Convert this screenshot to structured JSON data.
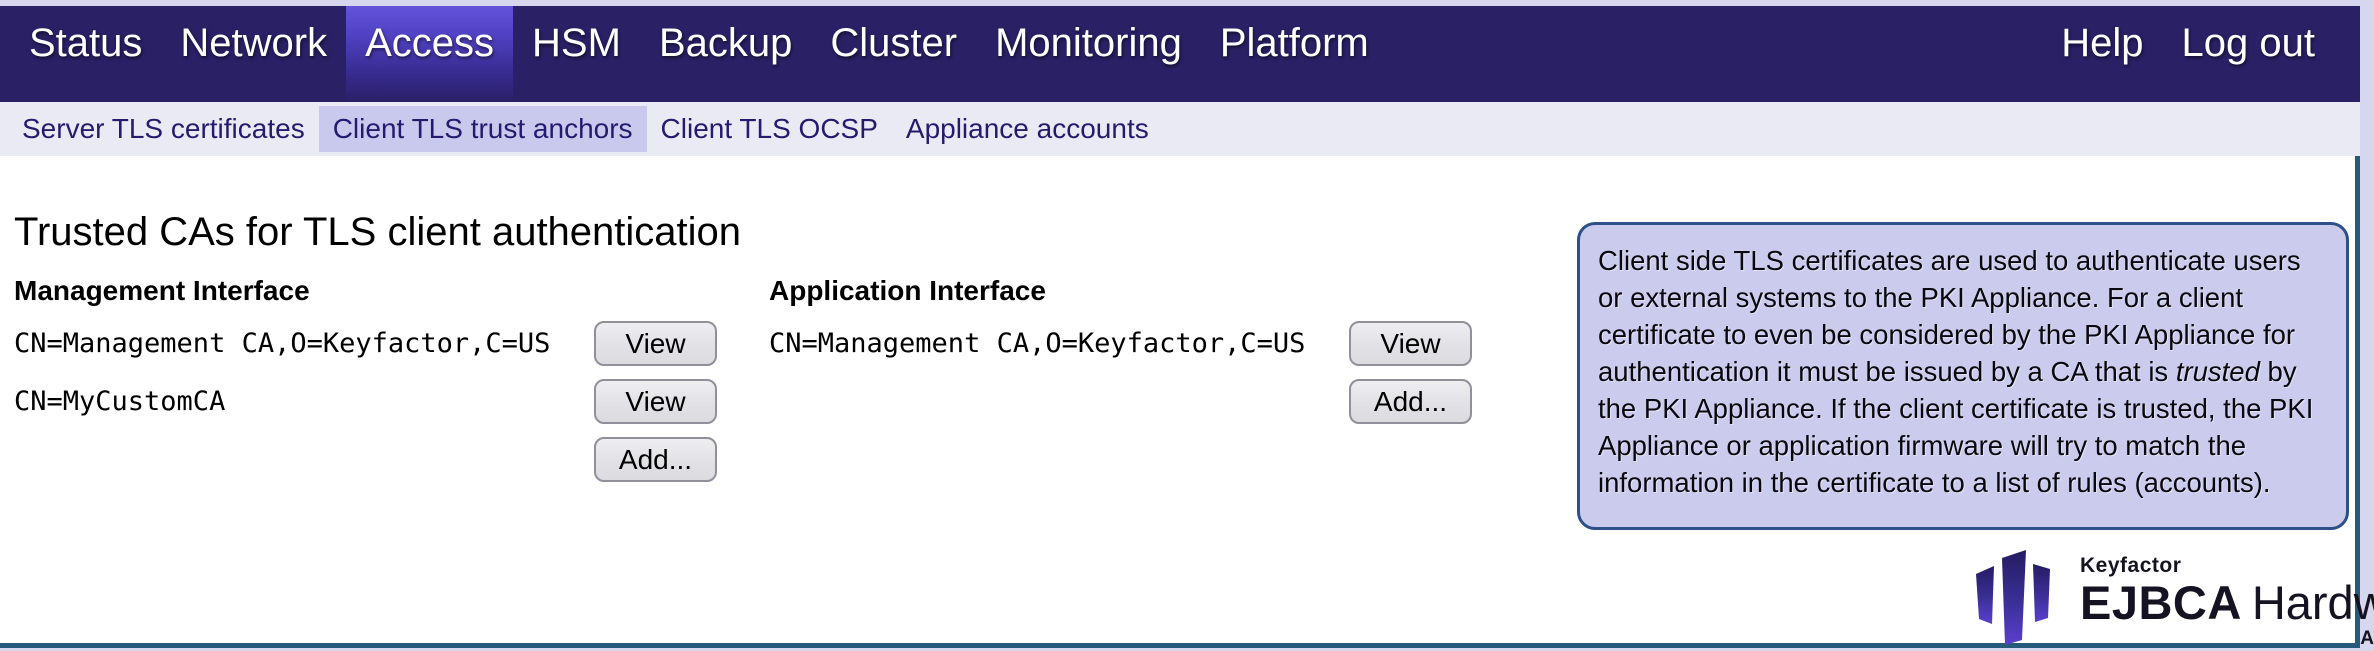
{
  "nav": {
    "items": [
      {
        "label": "Status",
        "active": false
      },
      {
        "label": "Network",
        "active": false
      },
      {
        "label": "Access",
        "active": true
      },
      {
        "label": "HSM",
        "active": false
      },
      {
        "label": "Backup",
        "active": false
      },
      {
        "label": "Cluster",
        "active": false
      },
      {
        "label": "Monitoring",
        "active": false
      },
      {
        "label": "Platform",
        "active": false
      }
    ],
    "right_items": [
      {
        "label": "Help"
      },
      {
        "label": "Log out"
      }
    ]
  },
  "subnav": {
    "items": [
      {
        "label": "Server TLS certificates",
        "active": false
      },
      {
        "label": "Client TLS trust anchors",
        "active": true
      },
      {
        "label": "Client TLS OCSP",
        "active": false
      },
      {
        "label": "Appliance accounts",
        "active": false
      }
    ]
  },
  "page": {
    "title": "Trusted CAs for TLS client authentication"
  },
  "management": {
    "title": "Management Interface",
    "rows": [
      {
        "dn": "CN=Management CA,O=Keyfactor,C=US",
        "button": "View"
      },
      {
        "dn": "CN=MyCustomCA",
        "button": "View"
      }
    ],
    "add_button": "Add..."
  },
  "application": {
    "title": "Application Interface",
    "rows": [
      {
        "dn": "CN=Management CA,O=Keyfactor,C=US",
        "button": "View"
      }
    ],
    "add_button": "Add..."
  },
  "info_box": {
    "text_before": "Client side TLS certificates are used to authenticate users or external systems to the PKI Appliance. For a client certificate to even be considered by the PKI Appliance for authentication it must be issued by a CA that is ",
    "emphasis": "trusted",
    "text_after": " by the PKI Appliance. If the client certificate is trusted, the PKI Appliance or application firmware will try to match the information in the certificate to a list of rules (accounts)."
  },
  "logo": {
    "brand": "Keyfactor",
    "product_bold": "EJBCA",
    "product_regular": "Hardware",
    "suffix": "Appliance"
  },
  "colors": {
    "nav_background": "#2a2066",
    "nav_active_highlight": "#6253da",
    "subnav_background": "#eaeaf5",
    "subnav_active_background": "#c9c9ed",
    "frame_border": "#265a7a",
    "info_box_background": "#cbcbee",
    "info_box_border": "#2d4f8a",
    "logo_gradient_top": "#241c63",
    "logo_gradient_bottom": "#5b3fd0"
  }
}
